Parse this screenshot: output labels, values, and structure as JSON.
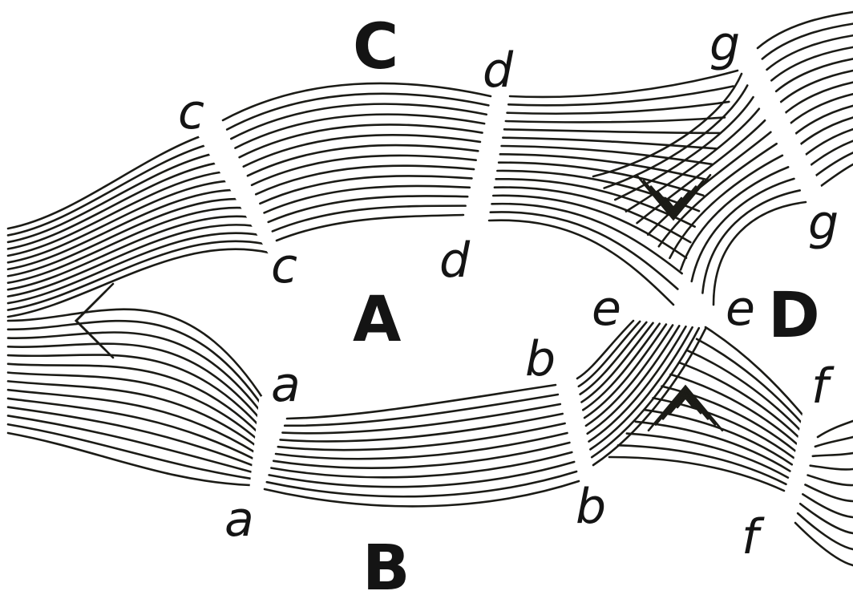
{
  "diagram": {
    "labels": {
      "region_A": "A",
      "region_B": "B",
      "region_C": "C",
      "region_D": "D",
      "end_a": "a",
      "end_b": "b",
      "end_c": "c",
      "end_d": "d",
      "end_e": "e",
      "end_f": "f",
      "end_g": "g"
    },
    "colors": {
      "ink": "#1b1b16",
      "background": "#ffffff"
    }
  }
}
